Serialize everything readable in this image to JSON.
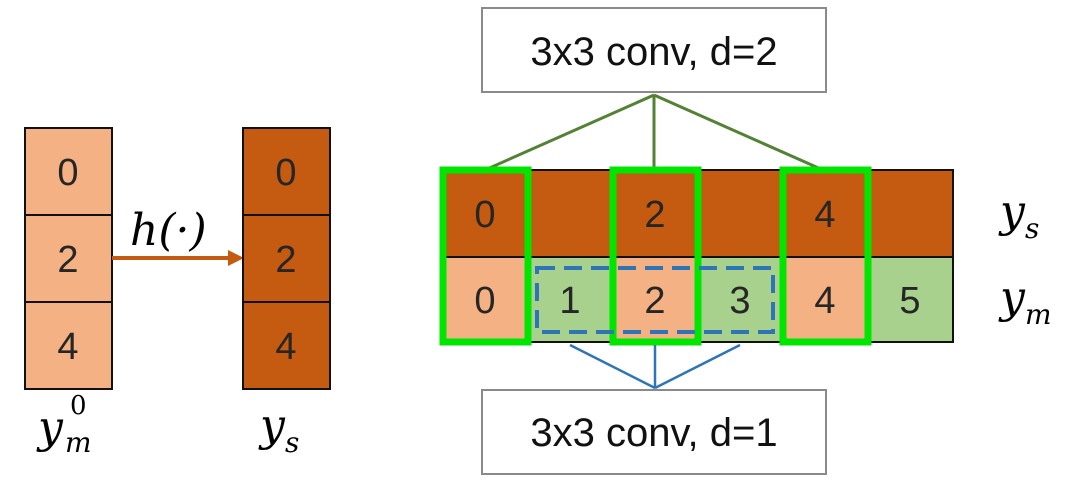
{
  "colors": {
    "light_orange": "#F4B183",
    "dark_orange": "#C55A11",
    "light_green": "#A9D18E",
    "bright_green": "#00E600",
    "dashed_blue": "#2E75B6",
    "olive_line": "#548235",
    "blue_line": "#2E75B6",
    "arrow": "#C55A11"
  },
  "left": {
    "ym0_cells": [
      "0",
      "2",
      "4"
    ],
    "ys_cells": [
      "0",
      "2",
      "4"
    ],
    "ym0_label": {
      "base": "y",
      "sub": "m",
      "sup": "0"
    },
    "ys_label": {
      "base": "y",
      "sub": "s"
    },
    "arrow_label": "h(·)"
  },
  "right": {
    "top_box_label": "3x3 conv, d=2",
    "bottom_box_label": "3x3 conv, d=1",
    "ys_row": [
      "0",
      "",
      "2",
      "",
      "4",
      ""
    ],
    "ym_row": [
      "0",
      "1",
      "2",
      "3",
      "4",
      "5"
    ],
    "ys_row_label": {
      "base": "y",
      "sub": "s"
    },
    "ym_row_label": {
      "base": "y",
      "sub": "m"
    }
  }
}
